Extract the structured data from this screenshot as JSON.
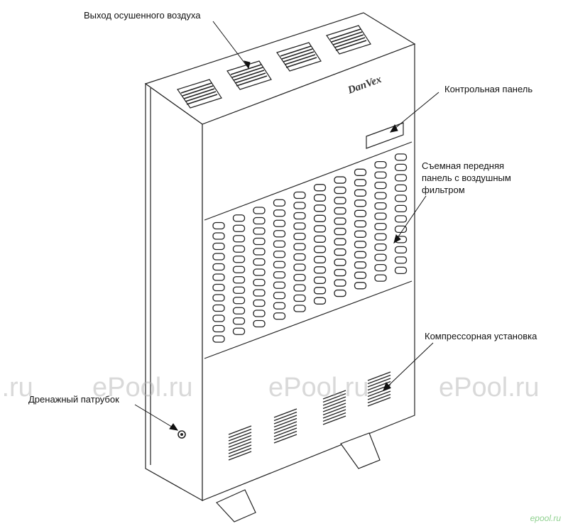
{
  "labels": {
    "air_outlet": "Выход осушенного воздуха",
    "control_panel": "Контрольная панель",
    "front_panel_line1": "Съемная передняя",
    "front_panel_line2": "панель с воздушным",
    "front_panel_line3": "фильтром",
    "compressor": "Компрессорная установка",
    "drain": "Дренажный патрубок"
  },
  "brand": "DanVex",
  "watermarks": [
    "l.ru",
    "ePool.ru",
    "ePool.ru",
    "ePool.ru"
  ],
  "corner_watermark": "epool.ru"
}
